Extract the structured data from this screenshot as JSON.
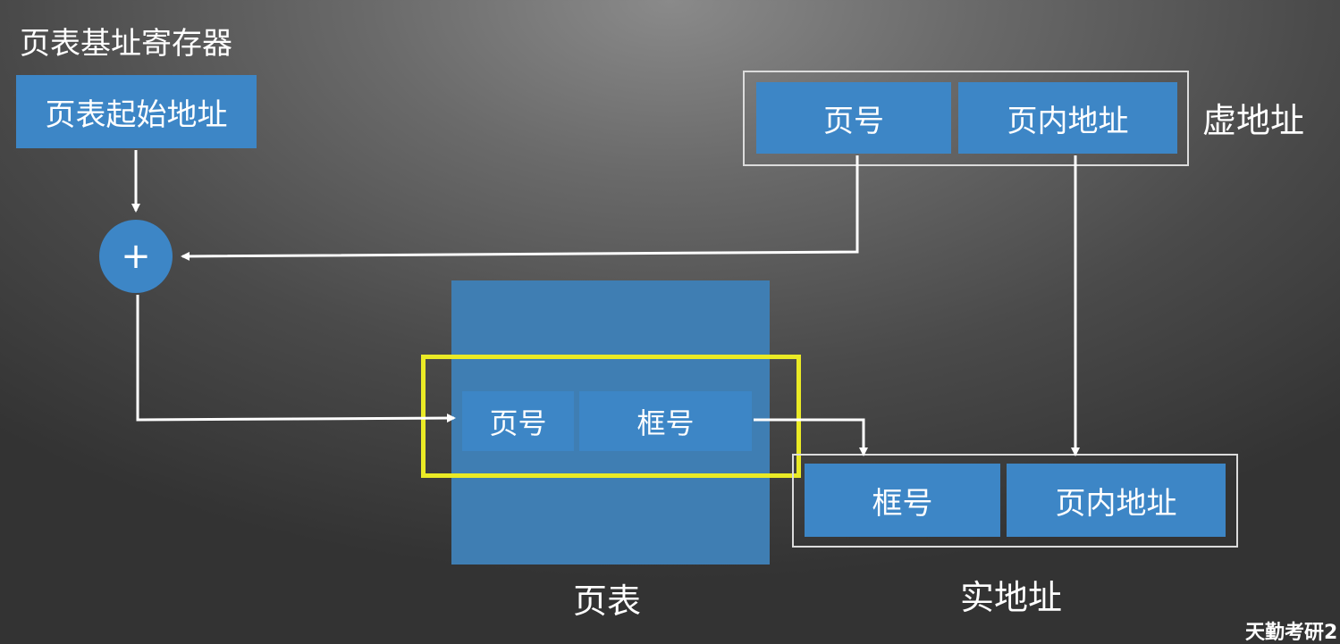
{
  "register": {
    "title": "页表基址寄存器",
    "box_label": "页表起始地址"
  },
  "adder": {
    "symbol": "+"
  },
  "virtual_address": {
    "label": "虚地址",
    "page_number": "页号",
    "offset": "页内地址"
  },
  "page_table": {
    "label": "页表",
    "entry_page_number": "页号",
    "entry_frame_number": "框号"
  },
  "physical_address": {
    "label": "实地址",
    "frame_number": "框号",
    "offset": "页内地址"
  },
  "watermark": "天勤考研2",
  "colors": {
    "box_blue": "#3d86c6",
    "page_table_blue": "#3f7eb3",
    "highlight_yellow": "#eaea25",
    "arrow_white": "#ffffff"
  }
}
